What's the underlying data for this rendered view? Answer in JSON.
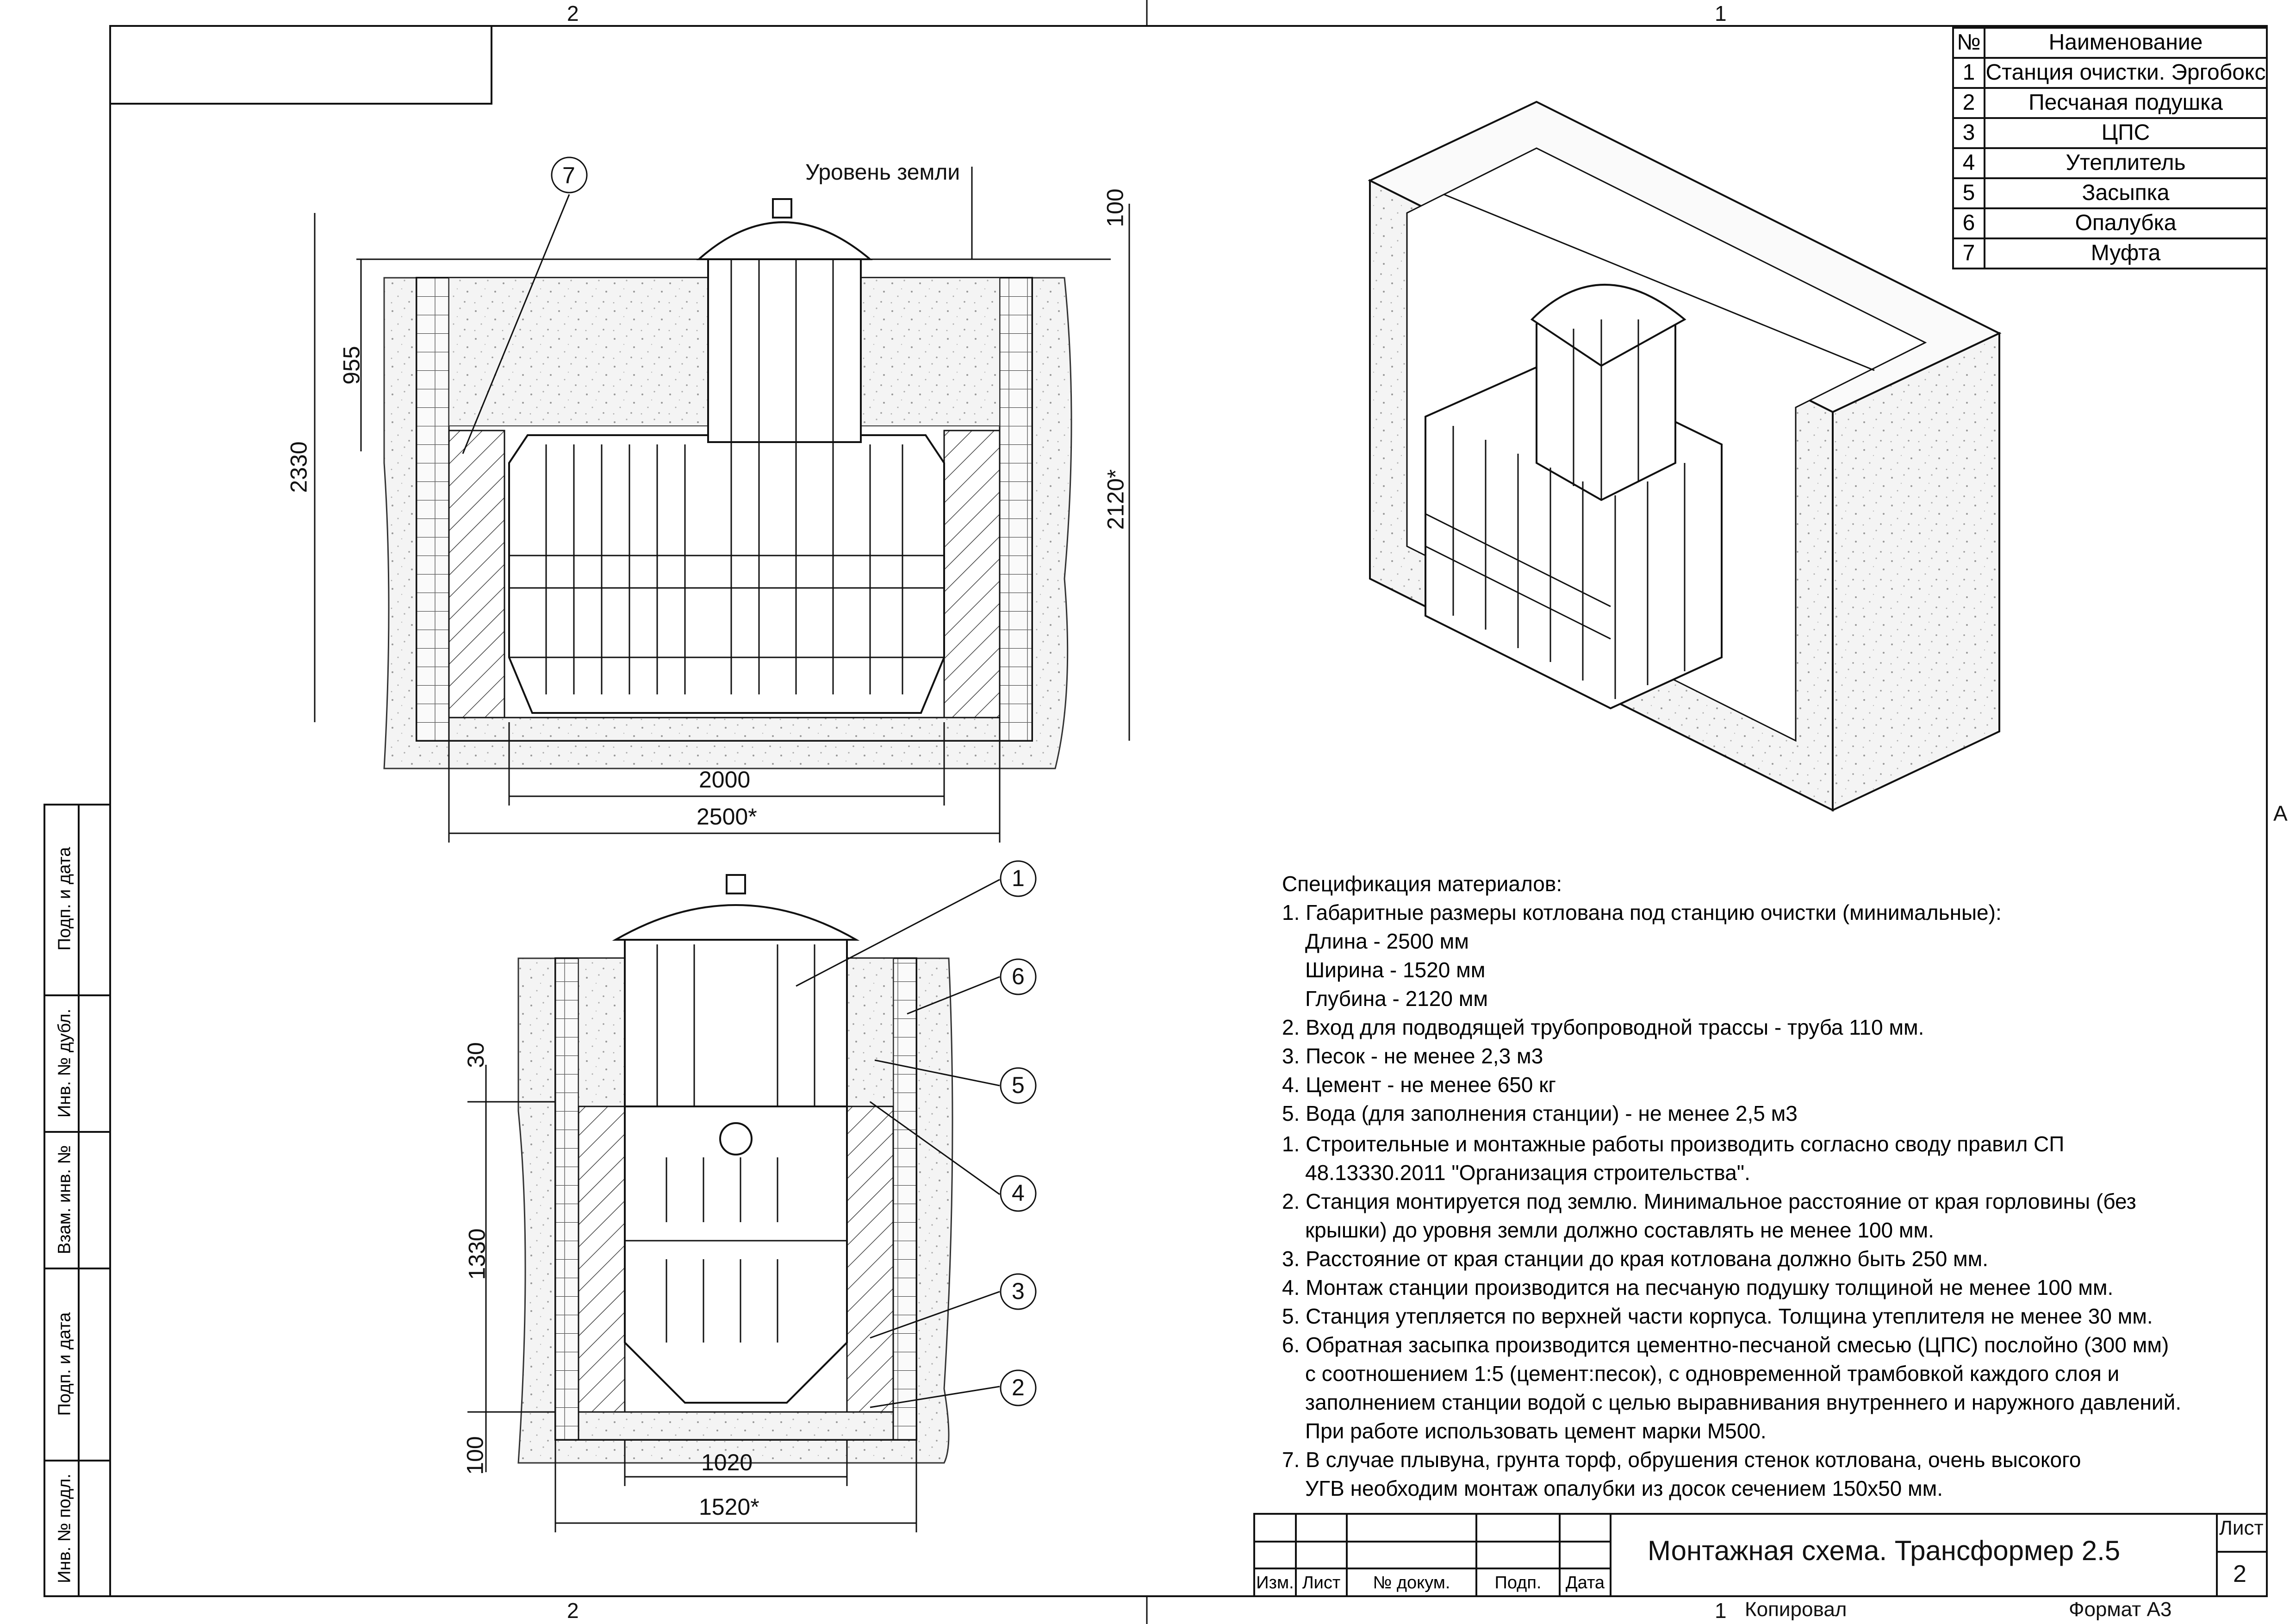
{
  "zone_marks": {
    "top_left": "2",
    "top_right": "1",
    "bottom_left": "2",
    "bottom_right": "1",
    "right_side": "A"
  },
  "legend": {
    "header_num": "№",
    "header_name": "Наименование",
    "rows": [
      {
        "num": "1",
        "name": "Станция очистки. Эргобокс"
      },
      {
        "num": "2",
        "name": "Песчаная подушка"
      },
      {
        "num": "3",
        "name": "ЦПС"
      },
      {
        "num": "4",
        "name": "Утеплитель"
      },
      {
        "num": "5",
        "name": "Засыпка"
      },
      {
        "num": "6",
        "name": "Опалубка"
      },
      {
        "num": "7",
        "name": "Муфта"
      }
    ]
  },
  "front_view": {
    "ground_level_label": "Уровень земли",
    "callout": "7",
    "dims": {
      "height_total": "2330",
      "height_upper": "955",
      "top_offset": "100",
      "pit_depth": "2120*",
      "width_station": "2000",
      "width_pit": "2500*"
    }
  },
  "side_view": {
    "callouts": [
      "1",
      "6",
      "5",
      "4",
      "3",
      "2"
    ],
    "dims": {
      "insulation": "30",
      "height": "1330",
      "bottom": "100",
      "width_station": "1020",
      "width_pit": "1520*"
    }
  },
  "specification": {
    "title": "Спецификация материалов:",
    "lines": [
      "1. Габаритные размеры котлована под станцию очистки (минимальные):",
      "Длина - 2500 мм",
      "Ширина - 1520 мм",
      "Глубина - 2120 мм",
      "2. Вход для подводящей трубопроводной трассы - труба 110 мм.",
      "3. Песок - не менее 2,3 м3",
      "4. Цемент - не менее 650 кг",
      "5. Вода (для заполнения станции) - не менее 2,5 м3",
      "1. Строительные и монтажные работы производить согласно своду правил СП",
      "48.13330.2011 \"Организация строительства\".",
      "2. Станция монтируется под землю. Минимальное расстояние от края горловины (без",
      "крышки) до уровня земли должно составлять не менее 100 мм.",
      "3. Расстояние от края станции до края котлована должно быть 250 мм.",
      "4. Монтаж станции производится на песчаную подушку толщиной не менее 100 мм.",
      "5. Станция утепляется по верхней части корпуса. Толщина утеплителя не менее 30 мм.",
      "6. Обратная засыпка производится цементно-песчаной смесью (ЦПС) послойно (300 мм)",
      "с соотношением 1:5 (цемент:песок), с одновременной трамбовкой каждого слоя и",
      "заполнением станции водой с целью выравнивания внутреннего и наружного давлений.",
      "При работе использовать цемент марки М500.",
      "7. В случае плывуна, грунта торф, обрушения стенок котлована, очень высокого",
      "УГВ необходим монтаж опалубки из досок сечением 150x50 мм."
    ]
  },
  "title_block": {
    "title": "Монтажная схема. Трансформер 2.5",
    "sheet_label": "Лист",
    "sheet_number": "2",
    "cols": [
      "Изм.",
      "Лист",
      "№ докум.",
      "Подп.",
      "Дата"
    ]
  },
  "side_strip": [
    "Подп. и дата",
    "Инв. № дубл.",
    "Взам. инв. №",
    "Подп. и дата",
    "Инв. № подл."
  ],
  "footer": {
    "copied": "Копировал",
    "format": "Формат А3"
  }
}
